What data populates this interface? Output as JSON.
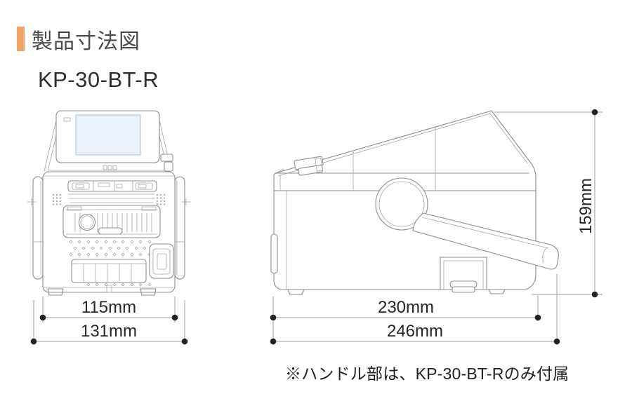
{
  "header": {
    "title": "製品寸法図",
    "accent_color": "#F0A468",
    "title_color": "#4a4a4a"
  },
  "model_label": "KP-30-BT-R",
  "dimensions": {
    "front_body_width": "115mm",
    "front_overall_width": "131mm",
    "side_body_depth": "230mm",
    "side_overall_depth": "246mm",
    "overall_height": "159mm"
  },
  "footnote": "※ハンドル部は、KP-30-BT-Rのみ付属",
  "drawing": {
    "views": [
      "front-view",
      "side-view"
    ],
    "line_color": "#8d8d8d",
    "dimension_line_color": "#9d9d9d",
    "dimension_dot_color": "#262020",
    "dimension_text_color": "#2b2626",
    "screen_fill": "#E9F2FA"
  }
}
